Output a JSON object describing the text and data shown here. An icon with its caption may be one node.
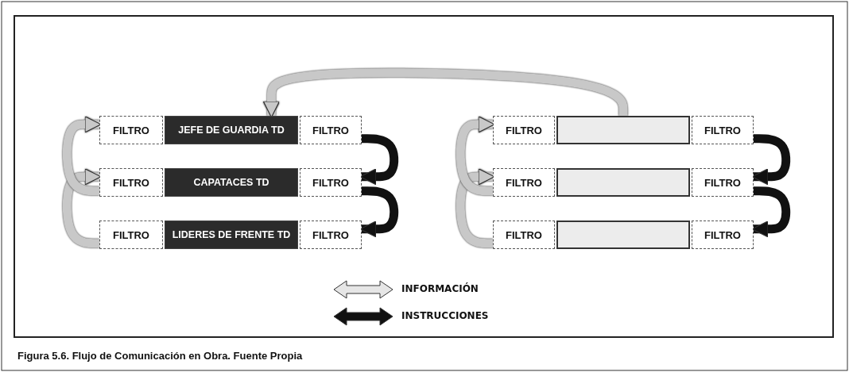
{
  "diagram": {
    "caption": "Figura 5.6. Flujo de Comunicación en Obra. Fuente Propia",
    "nodes": [
      {
        "text": [
          "FILTRO"
        ]
      },
      {
        "text": [
          "JEFE DE GUARDIA TD"
        ]
      },
      {
        "text": [
          "FILTRO"
        ]
      },
      {
        "text": [
          "FILTRO"
        ]
      },
      {
        "text": [
          "CAPATACES TD"
        ]
      },
      {
        "text": [
          "FILTRO"
        ]
      },
      {
        "text": [
          "FILTRO"
        ]
      },
      {
        "text": [
          "LIDERES DE FRENTE TD"
        ]
      },
      {
        "text": [
          "FILTRO"
        ]
      },
      {
        "text": [
          "FILTRO"
        ]
      },
      {
        "text": [],
        "shape": "box"
      },
      {
        "text": [
          "FILTRO"
        ]
      },
      {
        "text": [
          "FILTRO"
        ]
      },
      {
        "text": [],
        "shape": "box"
      },
      {
        "text": [
          "FILTRO"
        ]
      },
      {
        "text": [
          "FILTRO"
        ]
      },
      {
        "text": [],
        "shape": "box"
      },
      {
        "text": [
          "FILTRO"
        ]
      }
    ],
    "edges": [
      {
        "from": 6,
        "to": 3,
        "arrow": "to"
      },
      {
        "from": 3,
        "to": 0,
        "arrow": "to"
      },
      {
        "from": 2,
        "to": 5,
        "arrow": "to",
        "color": "#111111"
      },
      {
        "from": 5,
        "to": 8,
        "arrow": "to",
        "color": "#111111"
      },
      {
        "from": 15,
        "to": 12,
        "arrow": "to"
      },
      {
        "from": 12,
        "to": 9,
        "arrow": "to"
      },
      {
        "from": 11,
        "to": 14,
        "arrow": "to",
        "color": "#111111"
      },
      {
        "from": 14,
        "to": 17,
        "arrow": "to",
        "color": "#111111"
      },
      {
        "from": 10,
        "to": 1,
        "arrow": "to"
      }
    ],
    "legend": [
      {
        "text": "INFORMACIÓN"
      },
      {
        "text": "INSTRUCCIONES"
      }
    ]
  }
}
